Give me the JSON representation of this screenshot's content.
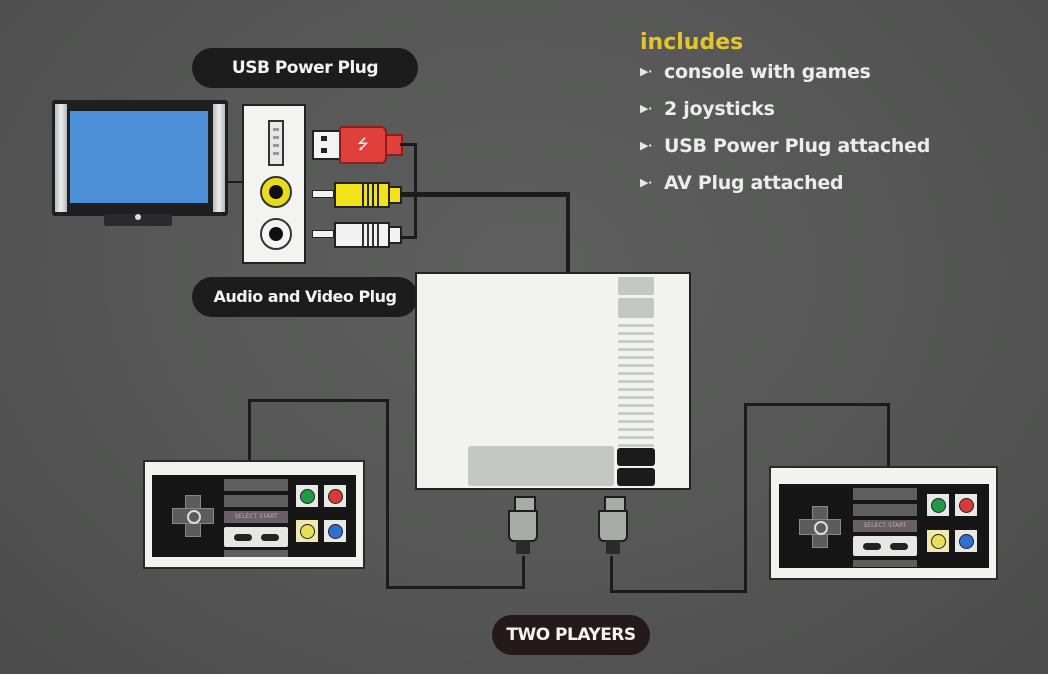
{
  "labels": {
    "usb_power_plug": "USB Power Plug",
    "audio_video_plug": "Audio and Video Plug",
    "two_players": "TWO PLAYERS"
  },
  "includes": {
    "title": "includes",
    "items": [
      {
        "label": "console with games"
      },
      {
        "label": "2 joysticks"
      },
      {
        "label": "USB Power Plug attached"
      },
      {
        "label": "AV Plug attached"
      }
    ]
  },
  "icons": {
    "bullet": "▶·",
    "usb_symbol": "⭍",
    "dpad": "✚"
  },
  "controllers": [
    {
      "position": "left",
      "select_start": "SELECT START",
      "button_colors": [
        "#1f9a45",
        "#d83b35",
        "#e8e05a",
        "#2f6fd0"
      ]
    },
    {
      "position": "right",
      "select_start": "SELECT START",
      "button_colors": [
        "#1f9a45",
        "#d83b35",
        "#e8e05a",
        "#2f6fd0"
      ]
    }
  ],
  "colors": {
    "background": "#555655",
    "accent_yellow": "#e3c62e",
    "tv_screen": "#4c8fd6",
    "usb_plug_red": "#e0403a",
    "av_yellow": "#f2e21a",
    "av_white": "#f2f2f2"
  }
}
